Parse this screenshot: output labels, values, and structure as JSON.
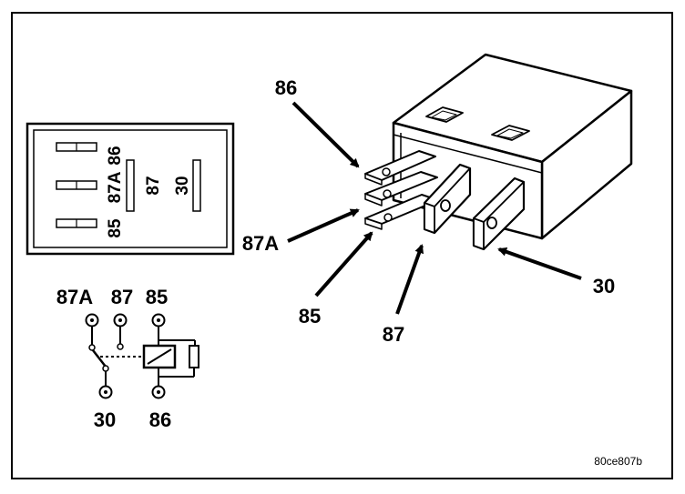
{
  "pinout_view": {
    "labels": [
      "86",
      "87A",
      "85",
      "87",
      "30"
    ]
  },
  "schematic": {
    "top_labels": [
      "87A",
      "87",
      "85"
    ],
    "bottom_labels": [
      "30",
      "86"
    ]
  },
  "relay_callouts": {
    "pin_86": "86",
    "pin_87a": "87A",
    "pin_85": "85",
    "pin_87": "87",
    "pin_30": "30"
  },
  "figure_code": "80ce807b"
}
